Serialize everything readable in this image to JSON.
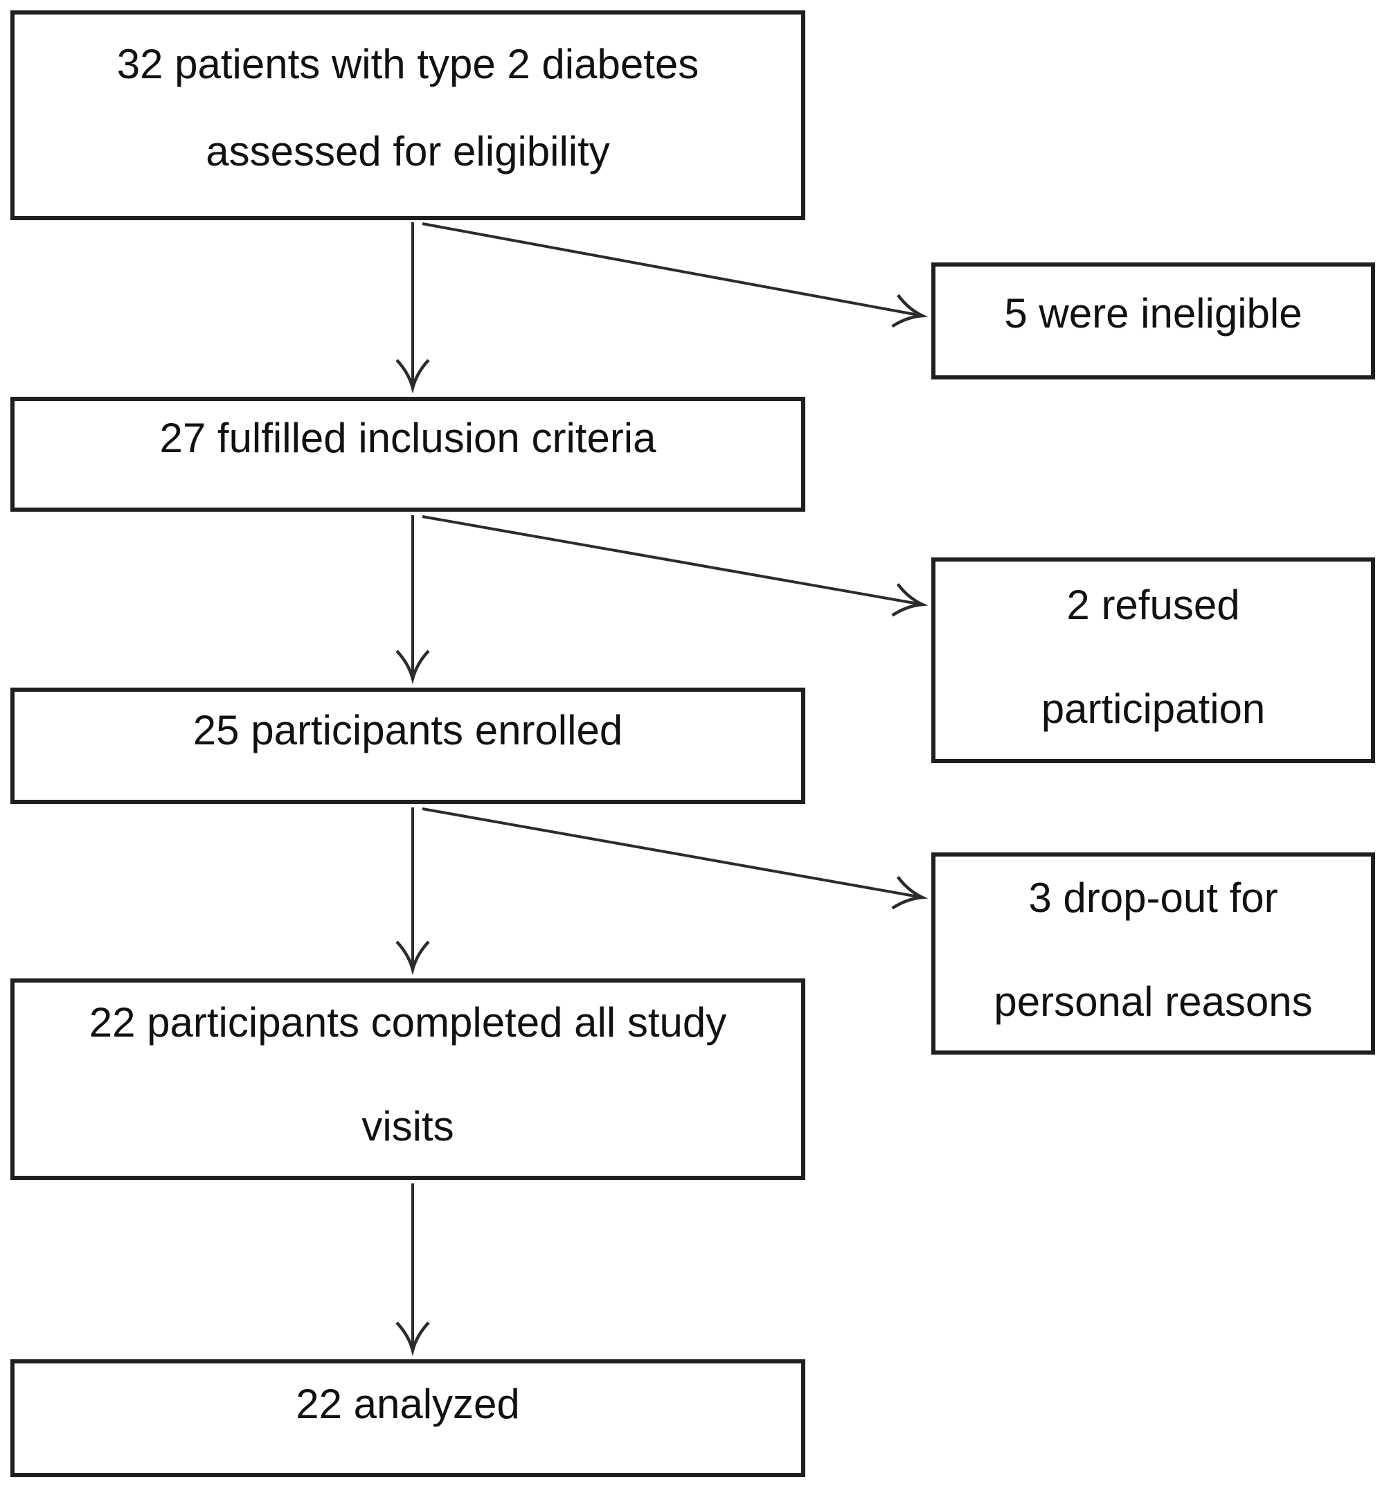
{
  "diagram": {
    "type": "flowchart",
    "description": "Participant flow diagram (CONSORT-style) for a type 2 diabetes study",
    "colors": {
      "background": "#ffffff",
      "box_fill": "#ffffff",
      "box_border": "#1f1f1f",
      "text": "#111111",
      "connector": "#2b2b2b"
    },
    "nodes": [
      {
        "id": "assessed",
        "column": "main",
        "lines": [
          "32 patients with type 2 diabetes",
          "assessed for eligibility"
        ]
      },
      {
        "id": "ineligible",
        "column": "branch",
        "lines": [
          "5 were ineligible"
        ]
      },
      {
        "id": "inclusion",
        "column": "main",
        "lines": [
          "27 fulfilled inclusion criteria"
        ]
      },
      {
        "id": "refused",
        "column": "branch",
        "lines": [
          "2 refused",
          "participation"
        ]
      },
      {
        "id": "enrolled",
        "column": "main",
        "lines": [
          "25 participants enrolled"
        ]
      },
      {
        "id": "dropout",
        "column": "branch",
        "lines": [
          "3 drop-out for",
          "personal reasons"
        ]
      },
      {
        "id": "completed",
        "column": "main",
        "lines": [
          "22 participants completed all study",
          "visits"
        ]
      },
      {
        "id": "analyzed",
        "column": "main",
        "lines": [
          "22 analyzed"
        ]
      }
    ],
    "edges": [
      {
        "from": "assessed",
        "to": "inclusion",
        "type": "arrow-down"
      },
      {
        "from": "assessed",
        "to": "ineligible",
        "type": "arrow-branch-right"
      },
      {
        "from": "inclusion",
        "to": "enrolled",
        "type": "arrow-down"
      },
      {
        "from": "inclusion",
        "to": "refused",
        "type": "arrow-branch-right"
      },
      {
        "from": "enrolled",
        "to": "completed",
        "type": "arrow-down"
      },
      {
        "from": "enrolled",
        "to": "dropout",
        "type": "arrow-branch-right"
      },
      {
        "from": "completed",
        "to": "analyzed",
        "type": "arrow-down"
      }
    ]
  }
}
